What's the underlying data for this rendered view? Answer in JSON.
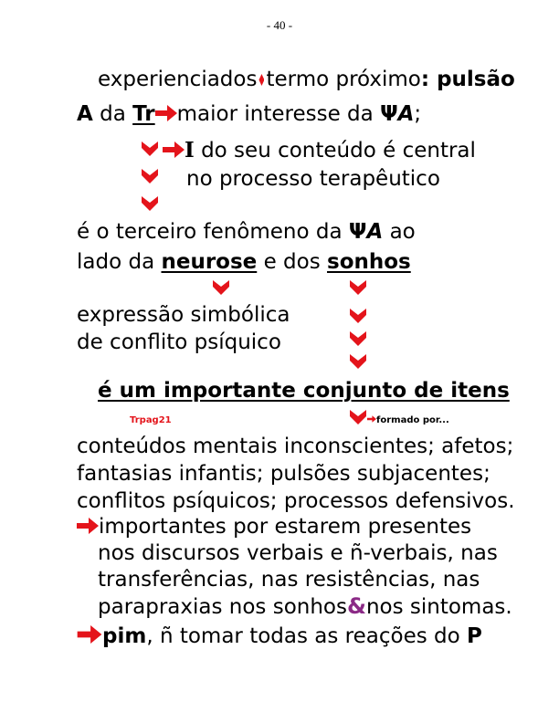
{
  "page_number": "- 40 -",
  "line1": {
    "a": "experienciados",
    "b": "termo próximo",
    "c": ": pulsão"
  },
  "line2": {
    "a": "A",
    "b": " da ",
    "c": "Tr",
    "d": "maior interesse da ",
    "psi": "Ψ",
    "psi_a": "A",
    "e": ";"
  },
  "line3": {
    "a": "I",
    "b": " do seu conteúdo é central"
  },
  "line4": {
    "a": "no processo terapêutico"
  },
  "line5": {
    "a": "é o terceiro fenômeno da ",
    "psi": "Ψ",
    "psi_a": "A",
    "b": " ao"
  },
  "line6": {
    "a": "lado da ",
    "b": "neurose",
    "c": " e dos ",
    "d": "sonhos"
  },
  "line7": {
    "a": "expressão simbólica"
  },
  "line8": {
    "a": "de conflito psíquico"
  },
  "line9": {
    "a": "é um importante conjunto de itens"
  },
  "note_left": "Trpag21",
  "note_right": "formado por...",
  "para1": [
    "conteúdos mentais inconscientes; afetos;",
    "fantasias infantis; pulsões subjacentes;",
    "conflitos psíquicos; processos defensivos."
  ],
  "para2": [
    "importantes por estarem presentes",
    "nos discursos verbais e ñ-verbais, nas",
    "transferências, nas resistências, nas"
  ],
  "para2_last": {
    "a": "parapraxias nos sonhos",
    "amp": "&",
    "b": "nos sintomas."
  },
  "last_line": {
    "a": "pim",
    "b": ", ñ tomar todas as reações do ",
    "c": "P"
  },
  "colors": {
    "arrow": "#e4141b",
    "ampersand": "#8b2a86"
  }
}
